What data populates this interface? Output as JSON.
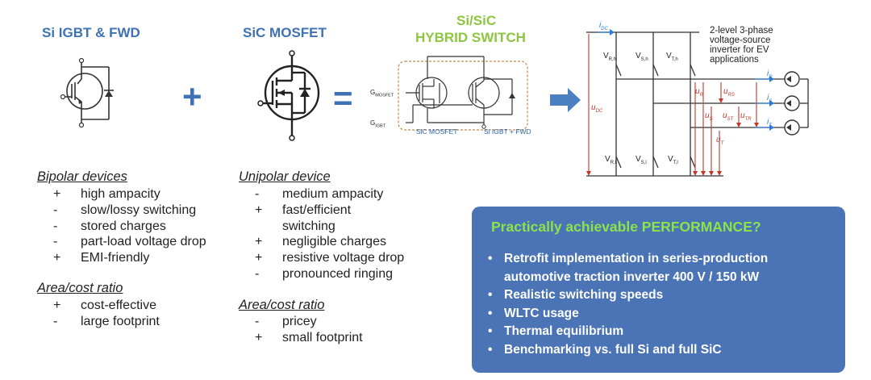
{
  "headings": {
    "si_igbt": "Si IGBT & FWD",
    "sic_mosfet": "SiC MOSFET",
    "hybrid_line1": "Si/SiC",
    "hybrid_line2": "HYBRID SWITCH"
  },
  "operators": {
    "plus": "+",
    "equals": "="
  },
  "hybrid_labels": {
    "g_mosfet": "G",
    "g_mosfet_sub": "MOSFET",
    "g_igbt": "G",
    "g_igbt_sub": "IGBT",
    "sic_mosfet": "SiC MOSFET",
    "si_igbt_fwd": "Si IGBT + FWD"
  },
  "inverter": {
    "note": "2-level 3-phase voltage-source inverter for EV applications",
    "i_dc": "i",
    "i_dc_sub": "DC",
    "u_dc": "u",
    "u_dc_sub": "DC",
    "high_switches": [
      "V",
      "V",
      "V"
    ],
    "high_subs": [
      "R,h",
      "S,h",
      "T,h"
    ],
    "low_switches": [
      "V",
      "V",
      "V"
    ],
    "low_subs": [
      "R,l",
      "S,l",
      "T,l"
    ],
    "phase_currents": [
      "i",
      "i",
      "i"
    ],
    "phase_current_subs": [
      "R",
      "S",
      "T"
    ],
    "u_labels": [
      "u",
      "u",
      "u",
      "u",
      "u",
      "u"
    ],
    "u_subs": [
      "R",
      "RS",
      "S",
      "ST",
      "TR",
      "T"
    ]
  },
  "bipolar": {
    "heading": "Bipolar devices",
    "items": [
      {
        "sign": "+",
        "text": "high ampacity"
      },
      {
        "sign": "-",
        "text": "slow/lossy switching"
      },
      {
        "sign": "-",
        "text": "stored charges"
      },
      {
        "sign": "-",
        "text": "part-load voltage drop"
      },
      {
        "sign": "+",
        "text": "EMI-friendly"
      }
    ],
    "cost_heading": "Area/cost ratio",
    "cost_items": [
      {
        "sign": "+",
        "text": "cost-effective"
      },
      {
        "sign": "-",
        "text": "large footprint"
      }
    ]
  },
  "unipolar": {
    "heading": "Unipolar device",
    "items": [
      {
        "sign": "-",
        "text": "medium ampacity"
      },
      {
        "sign": "+",
        "text": "fast/efficient"
      },
      {
        "sign": "",
        "text": "switching"
      },
      {
        "sign": "+",
        "text": "negligible charges"
      },
      {
        "sign": "+",
        "text": "resistive voltage drop"
      },
      {
        "sign": "-",
        "text": "pronounced ringing"
      }
    ],
    "cost_heading": "Area/cost ratio",
    "cost_items": [
      {
        "sign": "-",
        "text": "pricey"
      },
      {
        "sign": "+",
        "text": "small footprint"
      }
    ]
  },
  "performance": {
    "title": "Practically achievable PERFORMANCE?",
    "bullet": "•",
    "items": [
      "Retrofit implementation in series-production",
      "automotive traction inverter 400 V / 150 kW",
      "Realistic switching speeds",
      "WLTC usage",
      "Thermal equilibrium",
      "Benchmarking vs. full Si and full SiC"
    ]
  },
  "colors": {
    "heading_blue": "#3e72b5",
    "hybrid_green": "#8dc63f",
    "box_blue": "#4a74b6",
    "box_title_green": "#8be34b",
    "arrow_blue": "#4a7fc1",
    "measure_red": "#c0392b",
    "current_blue": "#2b7bd1"
  }
}
